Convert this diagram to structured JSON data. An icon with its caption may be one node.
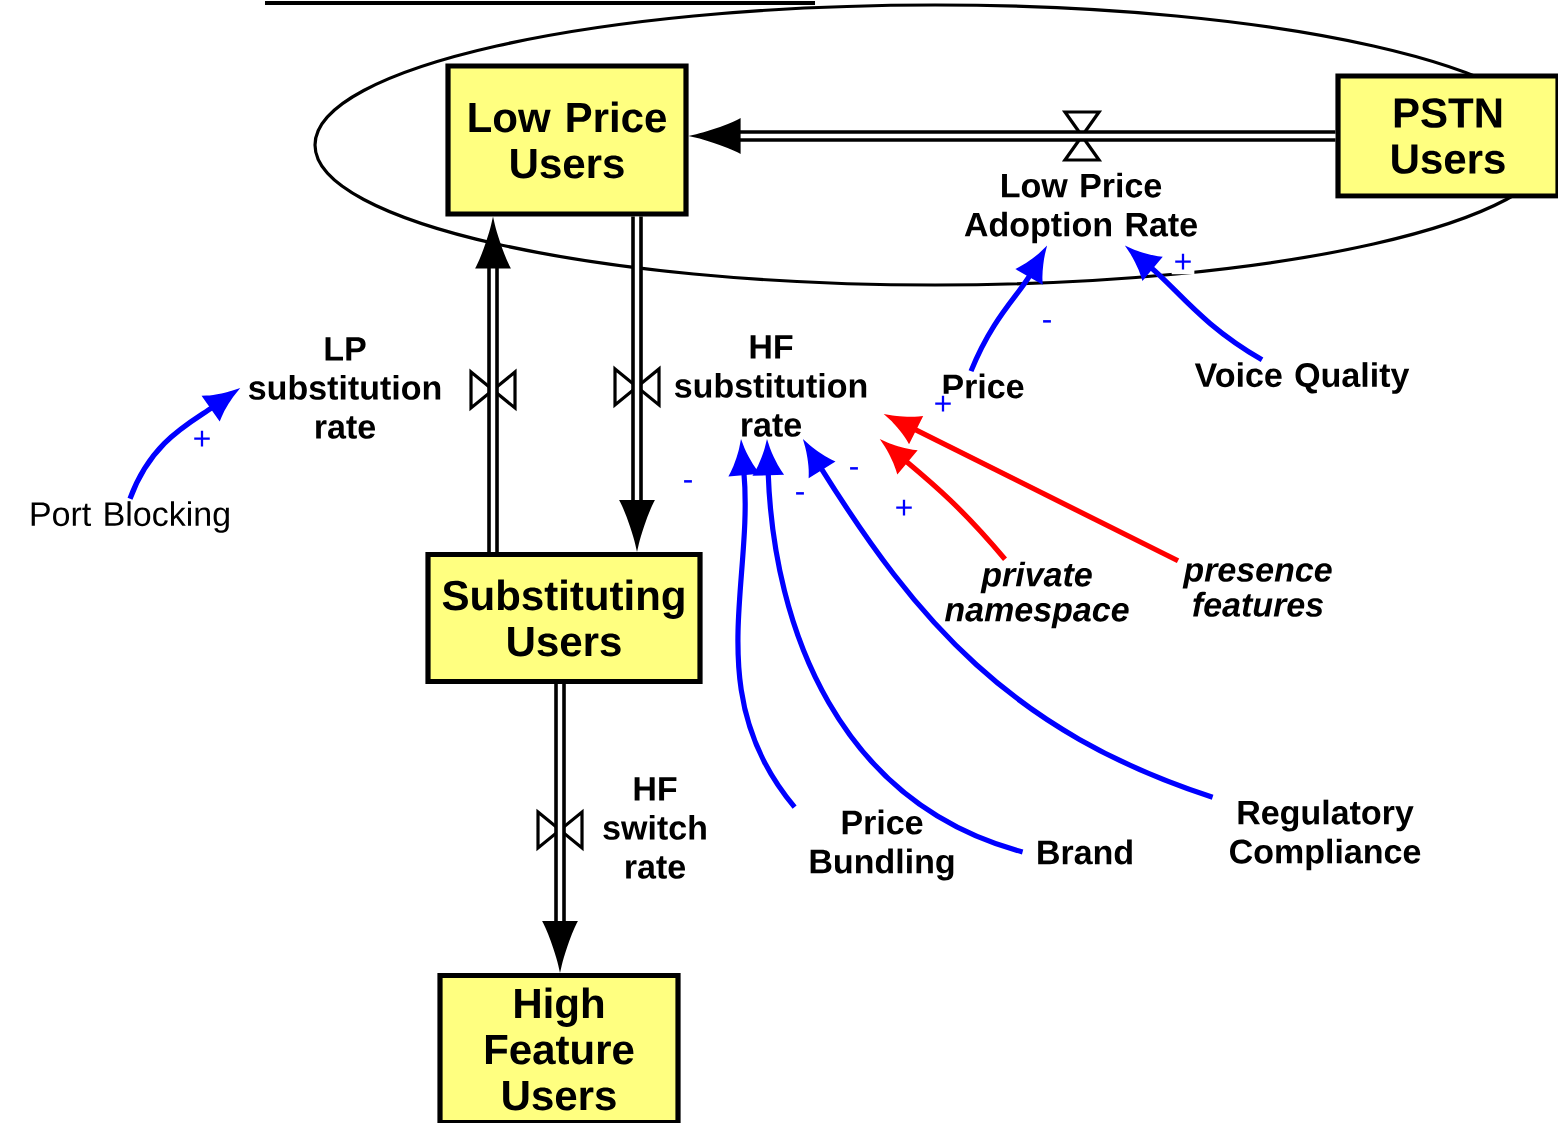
{
  "diagram": {
    "nodes": [
      {
        "text": [
          "Low Price Users"
        ]
      },
      {
        "text": [
          "PSTN Users"
        ]
      },
      {
        "text": [
          "Low Price Adoption Rate"
        ]
      },
      {
        "text": [
          "Price"
        ]
      },
      {
        "text": [
          "Voice Quality"
        ]
      },
      {
        "text": [
          "LP substitution rate"
        ]
      },
      {
        "text": [
          "HF substitution rate"
        ]
      },
      {
        "text": [
          "Port Blocking"
        ]
      },
      {
        "text": [
          "Substituting Users"
        ]
      },
      {
        "text": [
          "private namespace"
        ]
      },
      {
        "text": [
          "presence features"
        ]
      },
      {
        "text": [
          "HF switch rate"
        ]
      },
      {
        "text": [
          "Price Bundling"
        ]
      },
      {
        "text": [
          "Brand"
        ]
      },
      {
        "text": [
          "Regulatory Compliance"
        ]
      },
      {
        "text": [
          "High Feature Users"
        ]
      }
    ],
    "edges": [
      {
        "from": 1,
        "to": 0,
        "arrow": "to",
        "style": "thick",
        "color": "#000000"
      },
      {
        "from": 8,
        "to": 0,
        "arrow": "to",
        "style": "thick",
        "color": "#000000"
      },
      {
        "from": 0,
        "to": 8,
        "arrow": "to",
        "style": "thick",
        "color": "#000000"
      },
      {
        "from": 8,
        "to": 15,
        "arrow": "to",
        "style": "thick",
        "color": "#000000"
      },
      {
        "from": 7,
        "to": 5,
        "arrow": "to",
        "label": "+"
      },
      {
        "from": 3,
        "to": 2,
        "arrow": "to",
        "label": "-"
      },
      {
        "from": 4,
        "to": 2,
        "arrow": "to",
        "label": "+"
      },
      {
        "from": 12,
        "to": 6,
        "arrow": "to",
        "label": "-"
      },
      {
        "from": 13,
        "to": 6,
        "arrow": "to",
        "label": "-"
      },
      {
        "from": 14,
        "to": 6,
        "arrow": "to",
        "label": "-"
      },
      {
        "from": 9,
        "to": 6,
        "arrow": "to",
        "label": "+",
        "color": "#ff0000"
      },
      {
        "from": 10,
        "to": 6,
        "arrow": "to",
        "label": "+",
        "color": "#ff0000"
      }
    ]
  }
}
